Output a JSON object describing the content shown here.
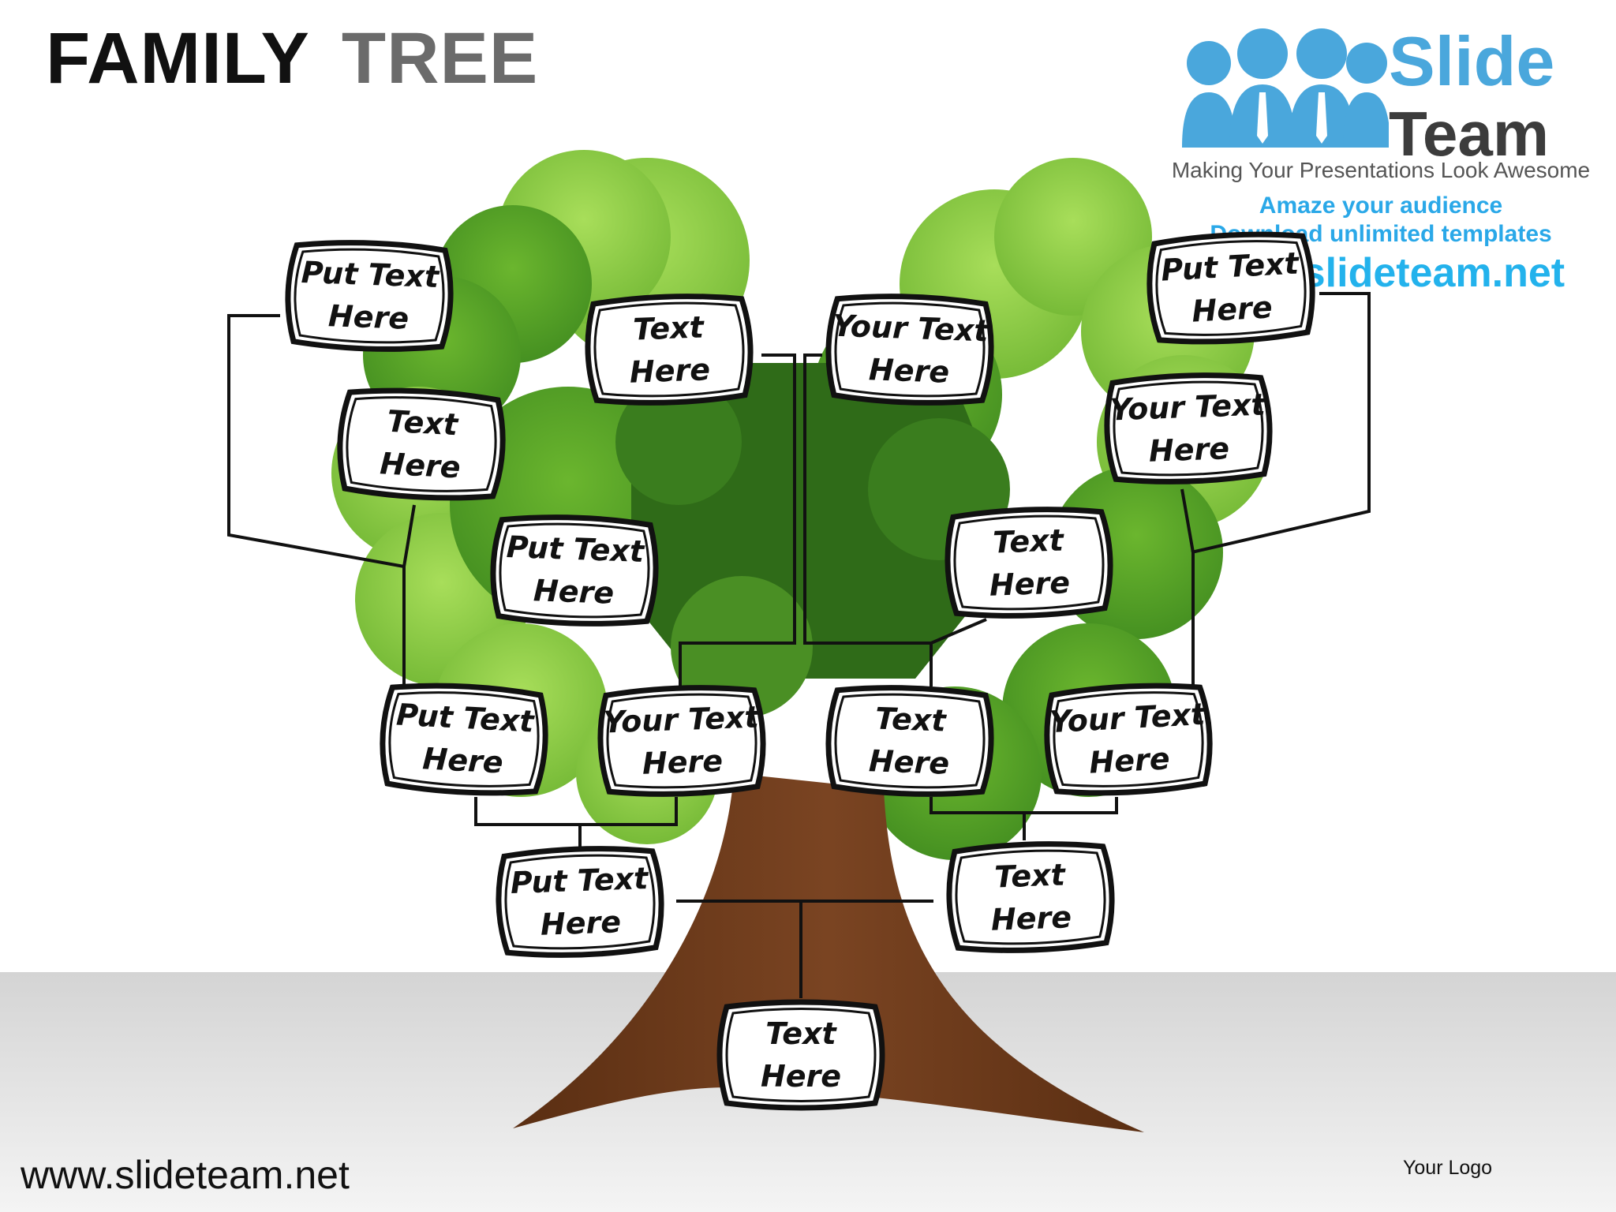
{
  "title": {
    "word1": "FAMILY",
    "word2": "TREE"
  },
  "brand": {
    "name_line1": "Slide",
    "name_line2": "Team",
    "tagline": "Making Your Presentations Look Awesome",
    "promo_line1": "Amaze your audience",
    "promo_line2": "Download unlimited templates",
    "promo_url": "www.slideteam.net",
    "colors": {
      "blue": "#4aa7dc",
      "dark": "#3c3c3c"
    }
  },
  "nodes": [
    {
      "id": "n1",
      "line1": "Put Text",
      "line2": "Here"
    },
    {
      "id": "n2",
      "line1": "Text",
      "line2": "Here"
    },
    {
      "id": "n3",
      "line1": "Your Text",
      "line2": "Here"
    },
    {
      "id": "n4",
      "line1": "Put Text",
      "line2": "Here"
    },
    {
      "id": "n5",
      "line1": "Text",
      "line2": "Here"
    },
    {
      "id": "n6",
      "line1": "Your Text",
      "line2": "Here"
    },
    {
      "id": "n7",
      "line1": "Put Text",
      "line2": "Here"
    },
    {
      "id": "n8",
      "line1": "Text",
      "line2": "Here"
    },
    {
      "id": "n9",
      "line1": "Put Text",
      "line2": "Here"
    },
    {
      "id": "n10",
      "line1": "Your Text",
      "line2": "Here"
    },
    {
      "id": "n11",
      "line1": "Text",
      "line2": "Here"
    },
    {
      "id": "n12",
      "line1": "Your Text",
      "line2": "Here"
    },
    {
      "id": "n13",
      "line1": "Put Text",
      "line2": "Here"
    },
    {
      "id": "n14",
      "line1": "Text",
      "line2": "Here"
    }
  ],
  "colors": {
    "foliage_light": "#8fcf3e",
    "foliage_mid": "#5fa82c",
    "foliage_dark": "#2f6b18",
    "trunk": "#6b3a1c",
    "ground": "#d9d9d9",
    "connector": "#111111"
  },
  "footer": {
    "url": "www.slideteam.net",
    "logo": "Your Logo"
  }
}
